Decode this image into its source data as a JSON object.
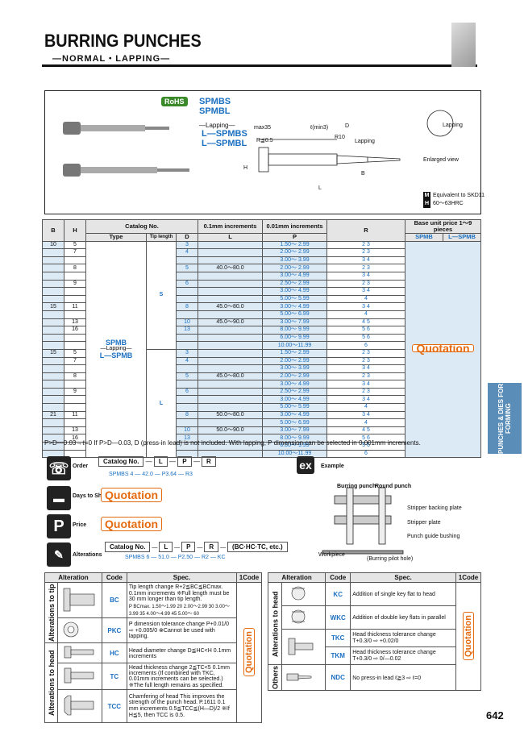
{
  "header": {
    "title": "BURRING PUNCHES",
    "subtitle": "—NORMAL・LAPPING—"
  },
  "product": {
    "rohs": "RoHS",
    "codes": [
      "SPMBS",
      "SPMBL"
    ],
    "lapping_label": "—Lapping—",
    "lapping_codes": [
      "L—SPMBS",
      "L—SPMBL"
    ],
    "drawing_labels": {
      "max35": "max35",
      "lmin3": "ℓ(min3)",
      "d": "D",
      "rtol": "R≦0.5",
      "r10": "R10",
      "lapping": "Lapping",
      "enlarged": "Enlarged view",
      "h": "H",
      "b": "B",
      "l": "L"
    },
    "notes": [
      {
        "badge": "M",
        "text": "Equivalent to SKD11"
      },
      {
        "badge": "H",
        "text": "60～63HRC"
      }
    ]
  },
  "table": {
    "headers": {
      "b": "B",
      "h": "H",
      "catalog": "Catalog No.",
      "type": "Type",
      "tip": "Tip length",
      "d": "D",
      "inc01": "0.1mm increments",
      "l": "L",
      "inc001": "0.01mm increments",
      "p": "P",
      "r": "R",
      "price": "Base unit price 1～9 pieces",
      "spmb": "SPMB",
      "lspmb": "L—SPMB"
    },
    "type_label": "SPMB",
    "type_lap": "—Lapping—",
    "type_lcode": "L—SPMB",
    "tip_s": "S",
    "tip_l": "L",
    "quotation": "Quotation",
    "rows": [
      {
        "b": "10",
        "h": "5",
        "d": "3",
        "l": "",
        "p": "1.50～ 2.99",
        "r": "2 3"
      },
      {
        "b": "",
        "h": "7",
        "d": "4",
        "l": "",
        "p": "2.00～ 2.99",
        "r": "2 3"
      },
      {
        "b": "",
        "h": "",
        "d": "",
        "l": "",
        "p": "3.00～ 3.99",
        "r": "3 4"
      },
      {
        "b": "",
        "h": "8",
        "d": "5",
        "l": "40.0～80.0",
        "p": "2.00～ 2.99",
        "r": "2 3"
      },
      {
        "b": "",
        "h": "",
        "d": "",
        "l": "",
        "p": "3.00～ 4.99",
        "r": "3 4"
      },
      {
        "b": "",
        "h": "9",
        "d": "6",
        "l": "",
        "p": "2.50～ 2.99",
        "r": "2 3"
      },
      {
        "b": "",
        "h": "",
        "d": "",
        "l": "",
        "p": "3.00～ 4.99",
        "r": "3 4"
      },
      {
        "b": "",
        "h": "",
        "d": "",
        "l": "",
        "p": "5.00～ 5.99",
        "r": "4"
      },
      {
        "b": "15",
        "h": "11",
        "d": "8",
        "l": "45.0～80.0",
        "p": "3.00～ 4.99",
        "r": "3 4"
      },
      {
        "b": "",
        "h": "",
        "d": "",
        "l": "",
        "p": "5.00～ 6.99",
        "r": "4"
      },
      {
        "b": "",
        "h": "13",
        "d": "10",
        "l": "45.0～90.0",
        "p": "3.00～ 7.99",
        "r": "4 5"
      },
      {
        "b": "",
        "h": "16",
        "d": "13",
        "l": "",
        "p": "8.00～ 9.99",
        "r": "5 6"
      },
      {
        "b": "",
        "h": "",
        "d": "",
        "l": "",
        "p": "6.00～ 9.99",
        "r": "5 6"
      },
      {
        "b": "",
        "h": "",
        "d": "",
        "l": "",
        "p": "10.00～11.99",
        "r": "6"
      },
      {
        "b": "15",
        "h": "5",
        "d": "3",
        "l": "",
        "p": "1.50～ 2.99",
        "r": "2 3"
      },
      {
        "b": "",
        "h": "7",
        "d": "4",
        "l": "",
        "p": "2.00～ 2.99",
        "r": "2 3"
      },
      {
        "b": "",
        "h": "",
        "d": "",
        "l": "",
        "p": "3.00～ 3.99",
        "r": "3 4"
      },
      {
        "b": "",
        "h": "8",
        "d": "5",
        "l": "45.0～80.0",
        "p": "2.00～ 2.99",
        "r": "2 3"
      },
      {
        "b": "",
        "h": "",
        "d": "",
        "l": "",
        "p": "3.00～ 4.99",
        "r": "3 4"
      },
      {
        "b": "",
        "h": "9",
        "d": "6",
        "l": "",
        "p": "2.50～ 2.99",
        "r": "2 3"
      },
      {
        "b": "",
        "h": "",
        "d": "",
        "l": "",
        "p": "3.00～ 4.99",
        "r": "3 4"
      },
      {
        "b": "",
        "h": "",
        "d": "",
        "l": "",
        "p": "5.00～ 5.99",
        "r": "4"
      },
      {
        "b": "21",
        "h": "11",
        "d": "8",
        "l": "50.0～80.0",
        "p": "3.00～ 4.99",
        "r": "3 4"
      },
      {
        "b": "",
        "h": "",
        "d": "",
        "l": "",
        "p": "5.00～ 6.99",
        "r": "4"
      },
      {
        "b": "",
        "h": "13",
        "d": "10",
        "l": "50.0～90.0",
        "p": "3.00～ 7.99",
        "r": "4 5"
      },
      {
        "b": "",
        "h": "16",
        "d": "13",
        "l": "",
        "p": "8.00～ 9.99",
        "r": "5 6"
      },
      {
        "b": "",
        "h": "",
        "d": "",
        "l": "",
        "p": "6.00～ 9.99",
        "r": "5 6"
      },
      {
        "b": "",
        "h": "",
        "d": "",
        "l": "",
        "p": "10.00～11.99",
        "r": "6"
      }
    ],
    "note": "P>D—0.03→ℓ=0  If P>D—0.03, D (press-in lead) is not included.  With lapping, P dimension can be selected in 0.001mm increments."
  },
  "side_tab": "PUNCHES & DIES FOR FORMING",
  "order": {
    "label": "Order",
    "fields": [
      "Catalog No.",
      "L",
      "P",
      "R"
    ],
    "example": [
      "SPMBS 4",
      "42.0",
      "P3.64",
      "R3"
    ],
    "example_label": "Example"
  },
  "days": {
    "label": "Days to Ship",
    "value": "Quotation"
  },
  "price": {
    "label": "Price",
    "value": "Quotation"
  },
  "alterations": {
    "label": "Alterations",
    "fields": [
      "Catalog No.",
      "L",
      "P",
      "R",
      "(BC·HC·TC, etc.)"
    ],
    "example": [
      "SPMBS 6",
      "51.0",
      "P2.50",
      "R2",
      "KC"
    ]
  },
  "example_diagram": {
    "burring_punch": "Burring punch",
    "round_punch": "Round punch",
    "stripper_backing": "Stripper backing plate",
    "stripper": "Stripper plate",
    "guide": "Punch guide bushing",
    "workpiece": "Workpiece",
    "pilot": "(Burring pilot hole)"
  },
  "alt_left": {
    "headers": [
      "Alteration",
      "Code",
      "Spec.",
      "1Code"
    ],
    "group_tip": "Alterations to tip",
    "group_head": "Alterations to head",
    "rows": [
      {
        "code": "BC",
        "spec": "Tip length change R+2≦BC≦BCmax. 0.1mm increments ※Full length must be 30 mm longer than tip length.",
        "extra": "P BCmax. 1.50～1.99 20 2.00～2.99 30 3.00～3.99 35 4.00～4.99 45 5.00～ 60"
      },
      {
        "code": "PKC",
        "spec": "P dimension tolerance change P+0.01/0 ⇨ +0.005/0 ⊗Cannot be used with lapping.",
        "extra": ""
      },
      {
        "code": "HC",
        "spec": "Head diameter change D≦HC<H  0.1mm increments",
        "extra": ""
      },
      {
        "code": "TC",
        "spec": "Head thickness change 2≦TC<5 0.1mm increments (If combined with TKC, 0.01mm increments can be selected.) ※The full length remains as specified.",
        "extra": ""
      },
      {
        "code": "TCC",
        "spec": "Chamfering of head This improves the strength of the punch head. P.1611 0.1 mm increments 0.5≦TCC≦(H—D)/2 ※If H≦5, then TCC is 0.5.",
        "extra": ""
      }
    ],
    "quotation": "Quotation"
  },
  "alt_right": {
    "headers": [
      "Alteration",
      "Code",
      "Spec.",
      "1Code"
    ],
    "group_head": "Alterations to head",
    "group_others": "Others",
    "rows": [
      {
        "code": "KC",
        "spec": "Addition of single key flat to head"
      },
      {
        "code": "WKC",
        "spec": "Addition of double key flats in parallel"
      },
      {
        "code": "TKC",
        "spec": "Head thickness tolerance change T+0.3/0 ⇨ +0.02/0"
      },
      {
        "code": "TKM",
        "spec": "Head thickness tolerance change T+0.3/0 ⇨ 0/—0.02"
      },
      {
        "code": "NDC",
        "spec": "No press-in lead  ℓ≧3 ⇨ ℓ=0"
      }
    ],
    "quotation": "Quotation"
  },
  "page": "642"
}
